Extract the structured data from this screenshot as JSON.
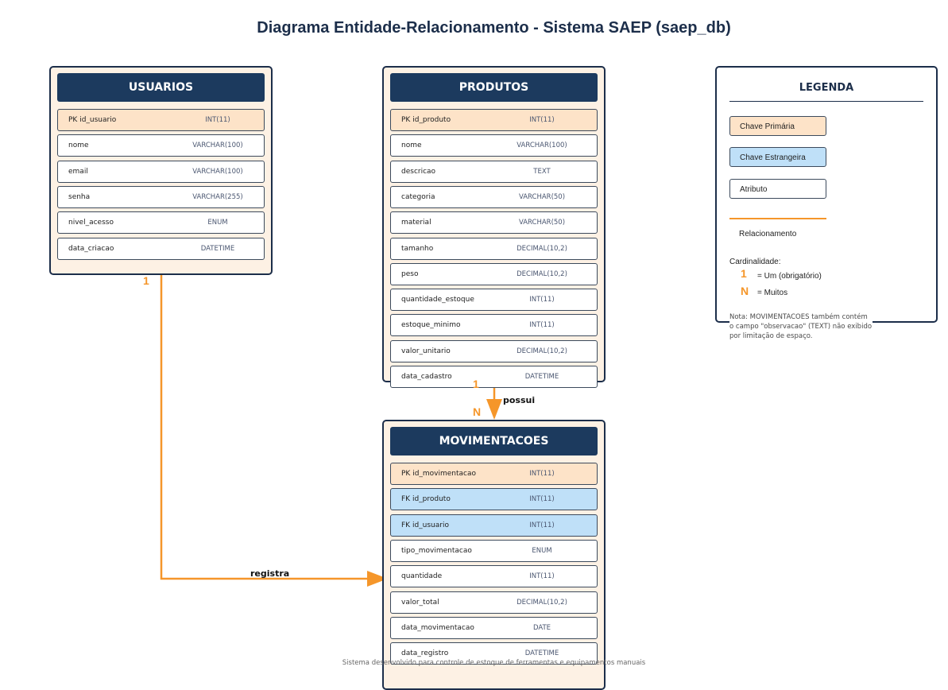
{
  "title": "Diagrama Entidade-Relacionamento - Sistema SAEP (saep_db)",
  "colors": {
    "header": "#1c3a5e",
    "pk": "#fde3c8",
    "fk": "#bfe0f8",
    "relationship": "#f5962a",
    "border": "#1c2e4a"
  },
  "entities": [
    {
      "name": "USUARIOS",
      "attributes": [
        {
          "key": "PK",
          "name": "PK id_usuario",
          "type": "INT(11)"
        },
        {
          "key": "",
          "name": "nome",
          "type": "VARCHAR(100)"
        },
        {
          "key": "",
          "name": "email",
          "type": "VARCHAR(100)"
        },
        {
          "key": "",
          "name": "senha",
          "type": "VARCHAR(255)"
        },
        {
          "key": "",
          "name": "nivel_acesso",
          "type": "ENUM"
        },
        {
          "key": "",
          "name": "data_criacao",
          "type": "DATETIME"
        }
      ]
    },
    {
      "name": "PRODUTOS",
      "attributes": [
        {
          "key": "PK",
          "name": "PK id_produto",
          "type": "INT(11)"
        },
        {
          "key": "",
          "name": "nome",
          "type": "VARCHAR(100)"
        },
        {
          "key": "",
          "name": "descricao",
          "type": "TEXT"
        },
        {
          "key": "",
          "name": "categoria",
          "type": "VARCHAR(50)"
        },
        {
          "key": "",
          "name": "material",
          "type": "VARCHAR(50)"
        },
        {
          "key": "",
          "name": "tamanho",
          "type": "DECIMAL(10,2)"
        },
        {
          "key": "",
          "name": "peso",
          "type": "DECIMAL(10,2)"
        },
        {
          "key": "",
          "name": "quantidade_estoque",
          "type": "INT(11)"
        },
        {
          "key": "",
          "name": "estoque_minimo",
          "type": "INT(11)"
        },
        {
          "key": "",
          "name": "valor_unitario",
          "type": "DECIMAL(10,2)"
        },
        {
          "key": "",
          "name": "data_cadastro",
          "type": "DATETIME"
        }
      ]
    },
    {
      "name": "MOVIMENTACOES",
      "attributes": [
        {
          "key": "PK",
          "name": "PK id_movimentacao",
          "type": "INT(11)"
        },
        {
          "key": "FK",
          "name": "FK id_produto",
          "type": "INT(11)"
        },
        {
          "key": "FK",
          "name": "FK id_usuario",
          "type": "INT(11)"
        },
        {
          "key": "",
          "name": "tipo_movimentacao",
          "type": "ENUM"
        },
        {
          "key": "",
          "name": "quantidade",
          "type": "INT(11)"
        },
        {
          "key": "",
          "name": "valor_total",
          "type": "DECIMAL(10,2)"
        },
        {
          "key": "",
          "name": "data_movimentacao",
          "type": "DATE"
        },
        {
          "key": "",
          "name": "data_registro",
          "type": "DATETIME"
        }
      ]
    }
  ],
  "relationships": [
    {
      "label": "possui",
      "from": "PRODUTOS",
      "to": "MOVIMENTACOES",
      "from_card": "1",
      "to_card": "N"
    },
    {
      "label": "registra",
      "from": "USUARIOS",
      "to": "MOVIMENTACOES",
      "from_card": "1"
    }
  ],
  "legend": {
    "title": "LEGENDA",
    "pk": "Chave Primária",
    "fk": "Chave Estrangeira",
    "attr": "Atributo",
    "relationship": "Relacionamento",
    "cardinality": "Cardinalidade:",
    "one_symbol": "1",
    "one_text": "= Um (obrigatório)",
    "many_symbol": "N",
    "many_text": "= Muitos"
  },
  "note": "Nota: MOVIMENTACOES também contém o campo \"observacao\" (TEXT) não exibido por limitação de espaço.",
  "footer": "Sistema desenvolvido para controle de estoque de ferramentas e equipamentos manuais"
}
